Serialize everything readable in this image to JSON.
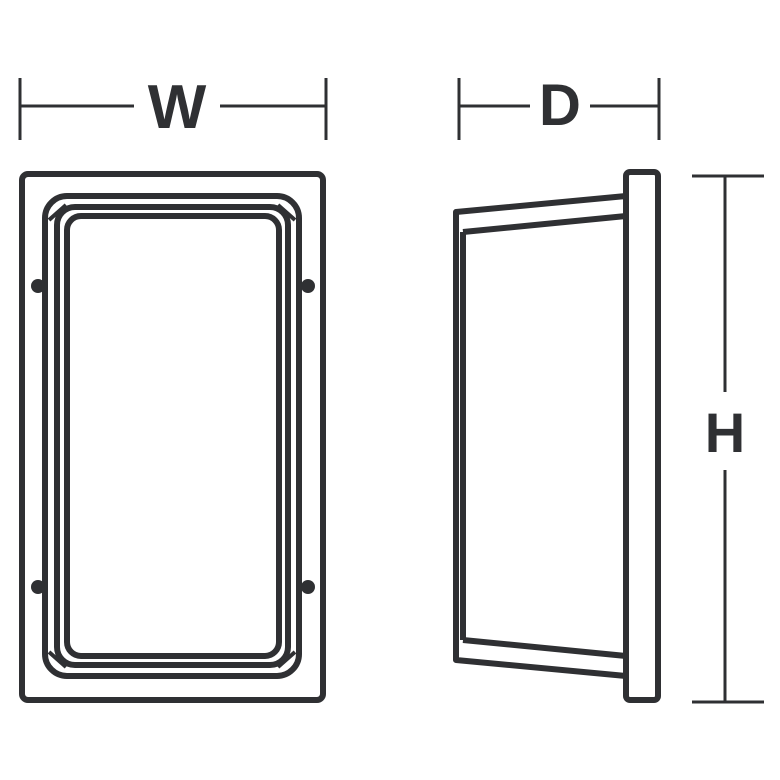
{
  "labels": {
    "width": "W",
    "depth": "D",
    "height": "H"
  },
  "colors": {
    "line": "#2f3033",
    "background": "#ffffff"
  }
}
